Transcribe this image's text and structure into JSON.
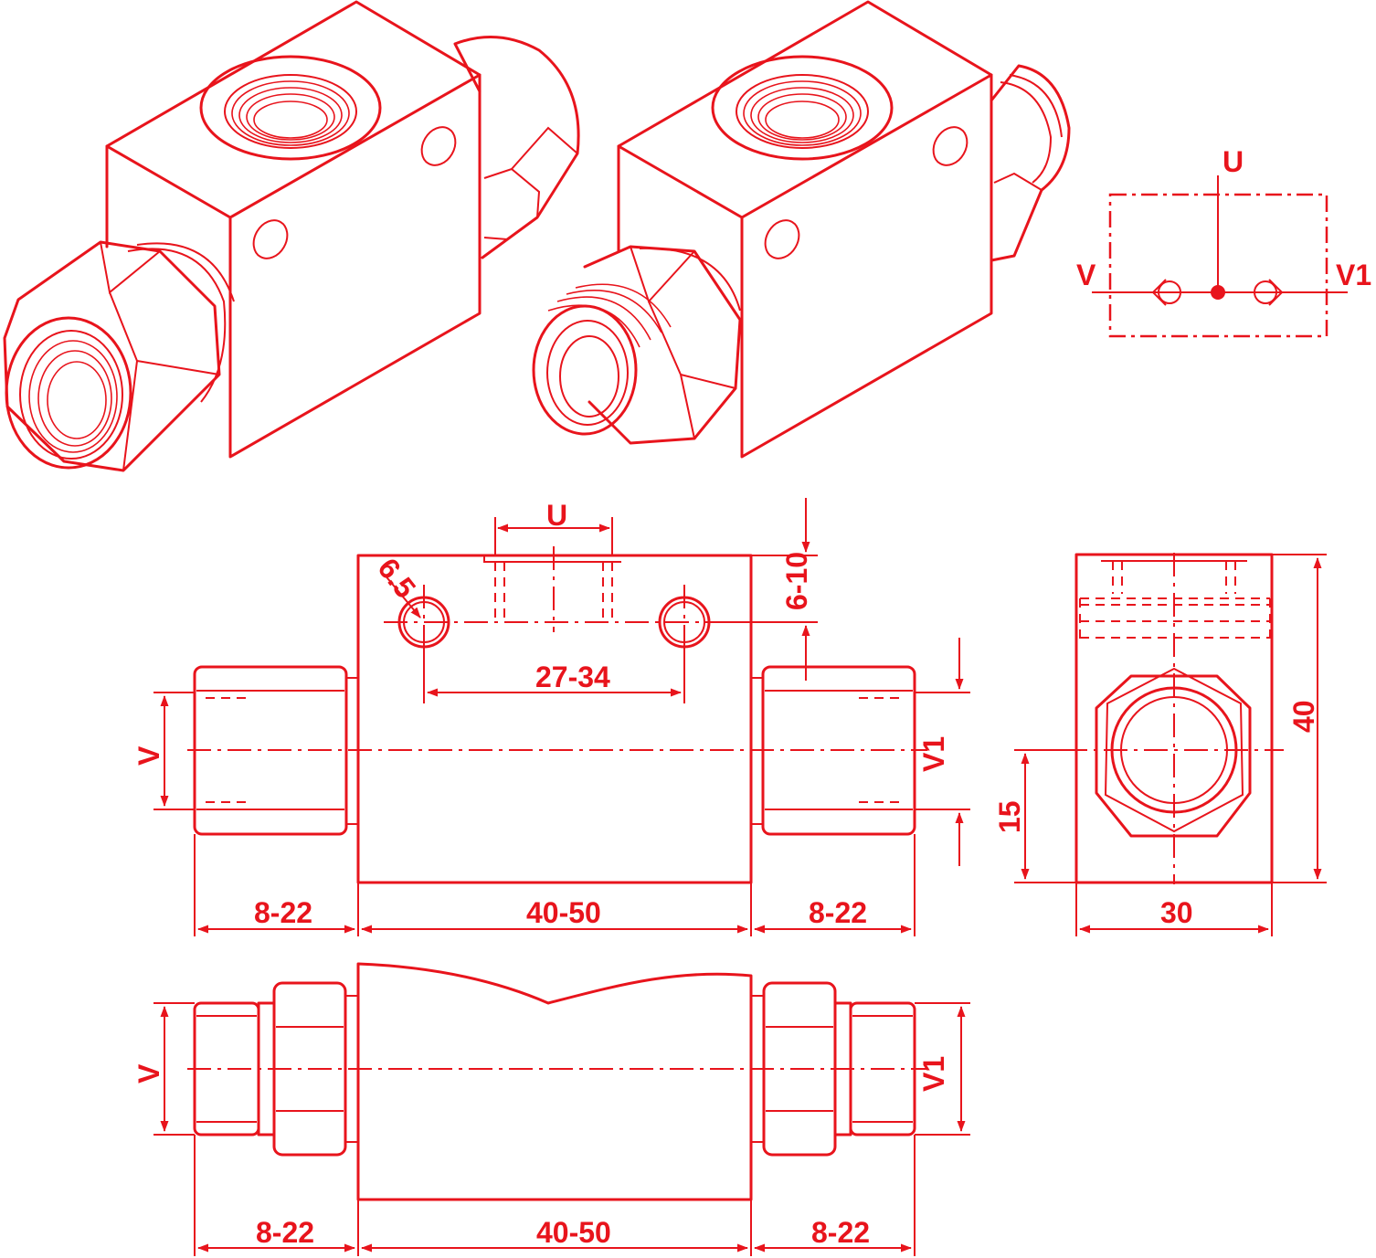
{
  "colors": {
    "line": "#e8141c",
    "background": "#ffffff"
  },
  "schematic": {
    "port_u": "U",
    "port_v": "V",
    "port_v1": "V1"
  },
  "front_view": {
    "port_u": "U",
    "hole_diameter": "6.5",
    "top_offset": "6-10",
    "hole_spacing": "27-34",
    "port_v": "V",
    "port_v1": "V1",
    "left_length": "8-22",
    "body_length": "40-50",
    "right_length": "8-22"
  },
  "side_view": {
    "axis_height": "15",
    "height": "40",
    "width": "30"
  },
  "bottom_view": {
    "port_v": "V",
    "port_v1": "V1",
    "left_length": "8-22",
    "body_length": "40-50",
    "right_length": "8-22"
  }
}
